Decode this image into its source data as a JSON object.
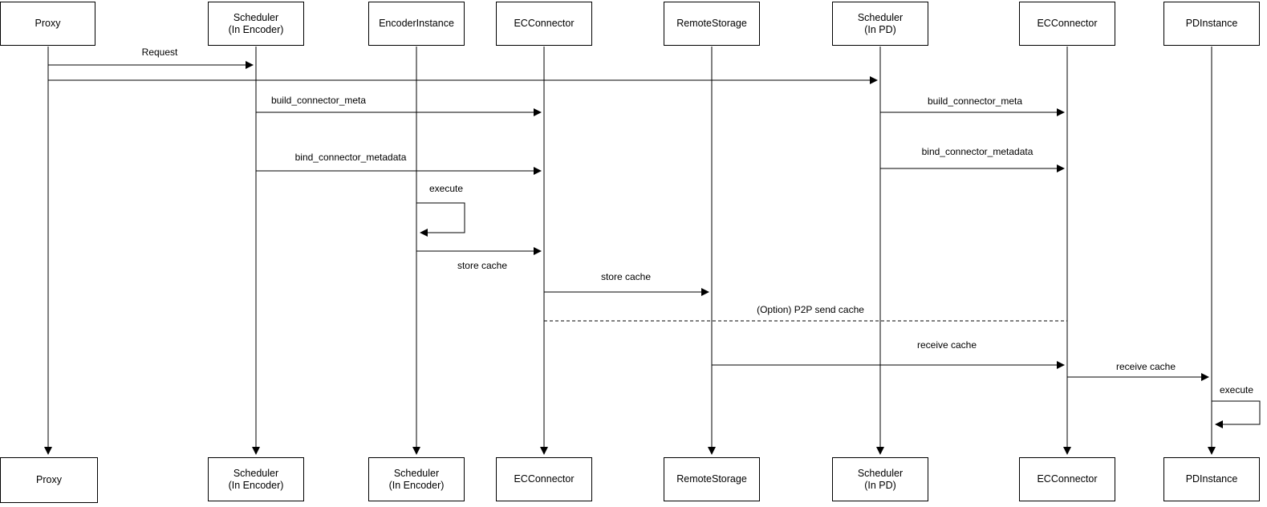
{
  "diagram": {
    "type": "sequence-diagram",
    "colors": {
      "background": "#ffffff",
      "line": "#000000",
      "text": "#000000"
    },
    "participants": [
      {
        "top_label": "Proxy",
        "bottom_label": "Proxy"
      },
      {
        "top_label": "Scheduler\n(In Encoder)",
        "bottom_label": "Scheduler\n(In Encoder)"
      },
      {
        "top_label": "EncoderInstance",
        "bottom_label": "Scheduler\n(In Encoder)"
      },
      {
        "top_label": "ECConnector",
        "bottom_label": "ECConnector"
      },
      {
        "top_label": "RemoteStorage",
        "bottom_label": "RemoteStorage"
      },
      {
        "top_label": "Scheduler\n(In PD)",
        "bottom_label": "Scheduler\n(In PD)"
      },
      {
        "top_label": "ECConnector",
        "bottom_label": "ECConnector"
      },
      {
        "top_label": "PDInstance",
        "bottom_label": "PDInstance"
      }
    ],
    "messages": [
      {
        "label": "Request",
        "from": "Proxy",
        "to": "Scheduler (In Encoder)",
        "style": "solid-arrow"
      },
      {
        "label": "",
        "from": "Proxy",
        "to": "Scheduler (In PD)",
        "style": "solid-arrow"
      },
      {
        "label": "build_connector_meta",
        "from": "Scheduler (In Encoder)",
        "to": "ECConnector",
        "style": "solid-arrow"
      },
      {
        "label": "bind_connector_metadata",
        "from": "Scheduler (In Encoder)",
        "to": "ECConnector",
        "style": "solid-arrow"
      },
      {
        "label": "execute",
        "from": "EncoderInstance",
        "to": "EncoderInstance",
        "style": "self-loop"
      },
      {
        "label": "store cache",
        "from": "EncoderInstance",
        "to": "ECConnector",
        "style": "solid-arrow"
      },
      {
        "label": "store cache",
        "from": "ECConnector",
        "to": "RemoteStorage",
        "style": "solid-arrow"
      },
      {
        "label": "(Option) P2P send cache",
        "from": "ECConnector",
        "to": "ECConnector (PD side)",
        "style": "dashed-line"
      },
      {
        "label": "build_connector_meta",
        "from": "Scheduler (In PD)",
        "to": "ECConnector (PD side)",
        "style": "solid-arrow"
      },
      {
        "label": "bind_connector_metadata",
        "from": "Scheduler (In PD)",
        "to": "ECConnector (PD side)",
        "style": "solid-arrow"
      },
      {
        "label": "receive cache",
        "from": "RemoteStorage",
        "to": "ECConnector (PD side)",
        "style": "solid-arrow"
      },
      {
        "label": "receive cache",
        "from": "ECConnector (PD side)",
        "to": "PDInstance",
        "style": "solid-arrow"
      },
      {
        "label": "execute",
        "from": "PDInstance",
        "to": "PDInstance",
        "style": "self-loop"
      }
    ]
  }
}
